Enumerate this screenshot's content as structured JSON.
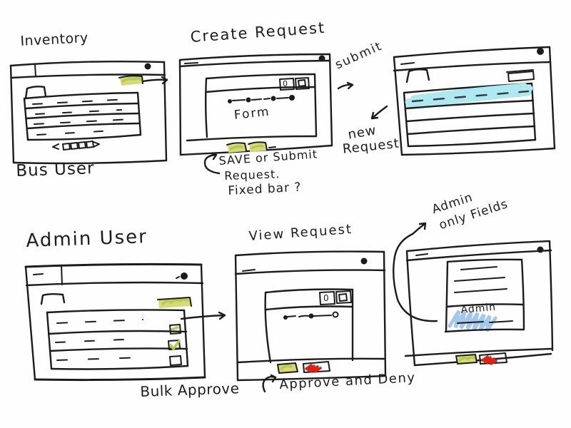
{
  "colors": {
    "ink": "#1c1c1c",
    "yellow": "#d8d977",
    "yellow_green": "#b2cc52",
    "cyan": "#aee8f0",
    "blue": "#8db9e9",
    "red": "#dd2112"
  },
  "panels": {
    "inventory": {
      "title": "Inventory",
      "user_label": "Bus User"
    },
    "create_request": {
      "title": "Create Request",
      "form_label": "Form",
      "badge": "0",
      "note_line1": "SAVE or Submit",
      "note_line2": "Request.",
      "note_line3": "Fixed bar ?"
    },
    "submitted": {
      "arrow_label": "submit",
      "result_line1": "new",
      "result_line2": "Request"
    },
    "admin_list": {
      "title": "Admin User",
      "note": "Bulk Approve"
    },
    "view_request": {
      "title": "View Request",
      "badge": "0",
      "note": "Approve and Deny"
    },
    "admin_fields": {
      "annotation_line1": "Admin",
      "annotation_line2": "only Fields",
      "field_label": "Admin"
    }
  }
}
